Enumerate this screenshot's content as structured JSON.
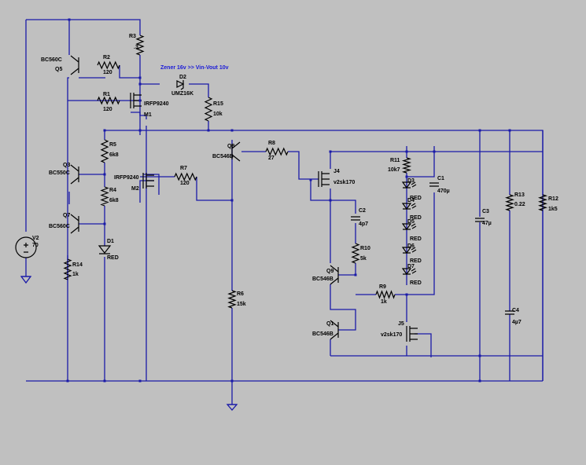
{
  "annotation": "Zener 16v >> Vin-Vout 10v",
  "components": {
    "Q5": {
      "ref": "Q5",
      "part": "BC560C"
    },
    "Q3": {
      "ref": "Q3",
      "part": "BC550C"
    },
    "Q7": {
      "ref": "Q7",
      "part": "BC560C"
    },
    "Q8": {
      "ref": "Q8",
      "part": "BC546B"
    },
    "Q9": {
      "ref": "Q9",
      "part": "BC546B"
    },
    "Q1": {
      "ref": "Q1",
      "part": "BC546B"
    },
    "M1": {
      "ref": "M1",
      "part": "IRFP9240"
    },
    "M2": {
      "ref": "M2",
      "part": "IRFP9240"
    },
    "J4": {
      "ref": "J4",
      "part": "v2sk170"
    },
    "J5": {
      "ref": "J5",
      "part": "v2sk170"
    },
    "R1": {
      "ref": "R1",
      "value": "120"
    },
    "R2": {
      "ref": "R2",
      "value": "120"
    },
    "R3": {
      "ref": "R3",
      "value": ".3"
    },
    "R4": {
      "ref": "R4",
      "value": "6k8"
    },
    "R5": {
      "ref": "R5",
      "value": "6k8"
    },
    "R6": {
      "ref": "R6",
      "value": "15k"
    },
    "R7": {
      "ref": "R7",
      "value": "120"
    },
    "R8": {
      "ref": "R8",
      "value": "27"
    },
    "R9": {
      "ref": "R9",
      "value": "1k"
    },
    "R10": {
      "ref": "R10",
      "value": "5k"
    },
    "R11": {
      "ref": "R11",
      "value": "10k7"
    },
    "R12": {
      "ref": "R12",
      "value": "1k5"
    },
    "R13": {
      "ref": "R13",
      "value": "0.22"
    },
    "R14": {
      "ref": "R14",
      "value": "1k"
    },
    "R15": {
      "ref": "R15",
      "value": "10k"
    },
    "C1": {
      "ref": "C1",
      "value": "470µ"
    },
    "C2": {
      "ref": "C2",
      "value": "4p7"
    },
    "C3": {
      "ref": "C3",
      "value": "47µ"
    },
    "C4": {
      "ref": "C4",
      "value": "4µ7"
    },
    "D1": {
      "ref": "D1",
      "value": "RED"
    },
    "D2": {
      "ref": "D2",
      "value": "UMZ16K"
    },
    "D3": {
      "ref": "D3",
      "value": "RED"
    },
    "D4": {
      "ref": "D4",
      "value": "RED"
    },
    "D5": {
      "ref": "D5",
      "value": "RED"
    },
    "D6": {
      "ref": "D6",
      "value": "RED"
    },
    "D7": {
      "ref": "D7",
      "value": "RED"
    },
    "V2": {
      "ref": "V2",
      "value": "70"
    }
  }
}
